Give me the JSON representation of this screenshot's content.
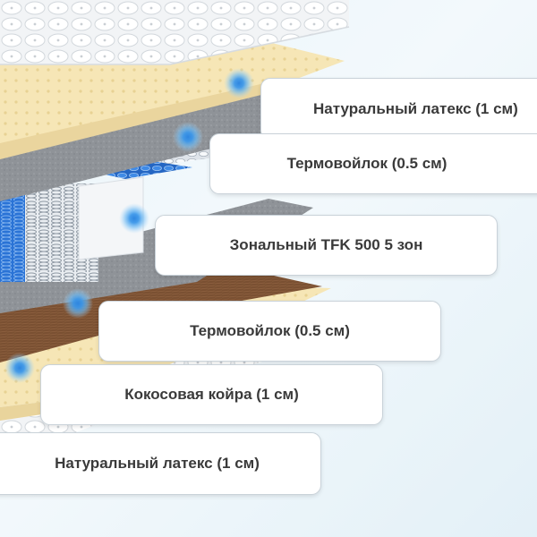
{
  "colors": {
    "latex": "#f6e6b6",
    "felt": "#8f9398",
    "coir": "#7a5032",
    "spring_blue": "#2a73d6",
    "marker": "#48a8ee",
    "callout_text": "#3a3a3a"
  },
  "icons": {
    "marker": "blue-dot-marker"
  },
  "layers": [
    {
      "label": "Натуральный латекс (1 см)"
    },
    {
      "label": "Термовойлок (0.5 см)"
    },
    {
      "label": "Зональный TFK 500 5 зон"
    },
    {
      "label": "Термовойлок (0.5 см)"
    },
    {
      "label": "Кокосовая койра (1 см)"
    },
    {
      "label": "Натуральный латекс (1 см)"
    }
  ]
}
